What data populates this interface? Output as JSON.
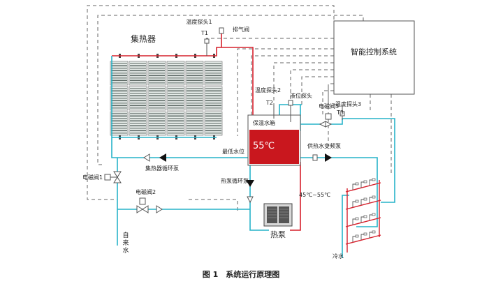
{
  "diagram": {
    "labels": {
      "collector": "集热器",
      "temp_probe_1": "温度探头1",
      "t1": "T1",
      "exhaust_valve": "排气阀",
      "control_system": "智能控制系统",
      "temp_probe_2": "温度探头2",
      "t2": "T2",
      "level_probe": "液位探头",
      "solenoid_valve_3": "电磁阀3",
      "temp_probe_3": "温度探头3",
      "t3": "T3",
      "insulated_tank": "保温水箱",
      "tank_temp": "55℃",
      "lowest_water_level": "最低水位",
      "collector_pump": "集热器循环泵",
      "solenoid_valve_1": "电磁阀1",
      "solenoid_valve_2": "电磁阀2",
      "heat_pump_pump": "热泵循环泵",
      "supply_pump": "供热水变频泵",
      "temp_range": "45℃~55℃",
      "heat_pump": "热泵",
      "tap_water": "自来水",
      "cold_water": "冷水",
      "caption": "图 1　系统运行原理图"
    },
    "colors": {
      "pipe": "#27b3c9",
      "hot_pipe": "#d6202c",
      "tank_fill": "#c9171e",
      "dashed": "#666666",
      "collector_panel": "#8a9490"
    }
  }
}
